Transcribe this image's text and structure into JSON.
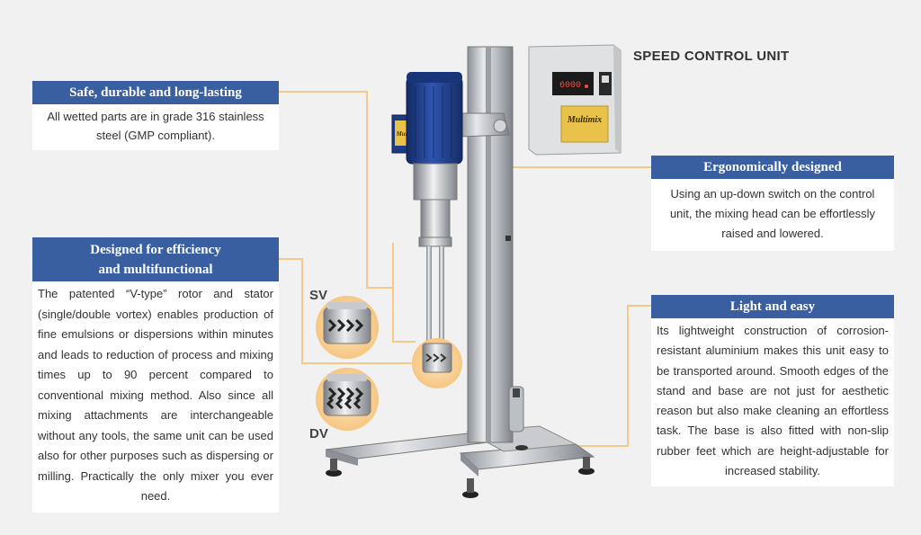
{
  "speed_control": {
    "title": "SPEED CONTROL UNIT",
    "display": "6000",
    "brand": "Multimix"
  },
  "cards": {
    "safe": {
      "title": "Safe, durable and long-lasting",
      "body": "All wetted parts are in grade 316 stainless steel (GMP compliant)."
    },
    "ergo": {
      "title": "Ergonomically designed",
      "body": "Using an up-down switch on the control unit, the mixing head can be effortlessly raised and lowered."
    },
    "eff": {
      "title_line1": "Designed for efficiency",
      "title_line2": "and multifunctional",
      "body": "The patented “V-type” rotor and stator (single/double vortex) enables production of fine emulsions or dispersions within minutes and leads to reduction of process and mixing times up to 90 percent compared to conventional mixing method. Also since all mixing attachments are interchangeable without any tools, the same unit can be used also for other purposes such as dispersing or milling. Practically the only mixer you ever need."
    },
    "light": {
      "title": "Light and easy",
      "body": "Its lightweight construction of corrosion-resistant aluminium makes this unit easy to be transported around. Smooth edges of the stand and base are not just for aesthetic reason but also make cleaning an effortless task. The base is also fitted with non-slip rubber feet which are height-adjustable for increased stability."
    }
  },
  "labels": {
    "sv": "SV",
    "dv": "DV"
  },
  "motor": {
    "brand": "Multimix"
  },
  "colors": {
    "header": "#3a5fa0",
    "callout": "#f4c98a",
    "motor": "#1f3c8a",
    "label": "#e8c24a"
  }
}
